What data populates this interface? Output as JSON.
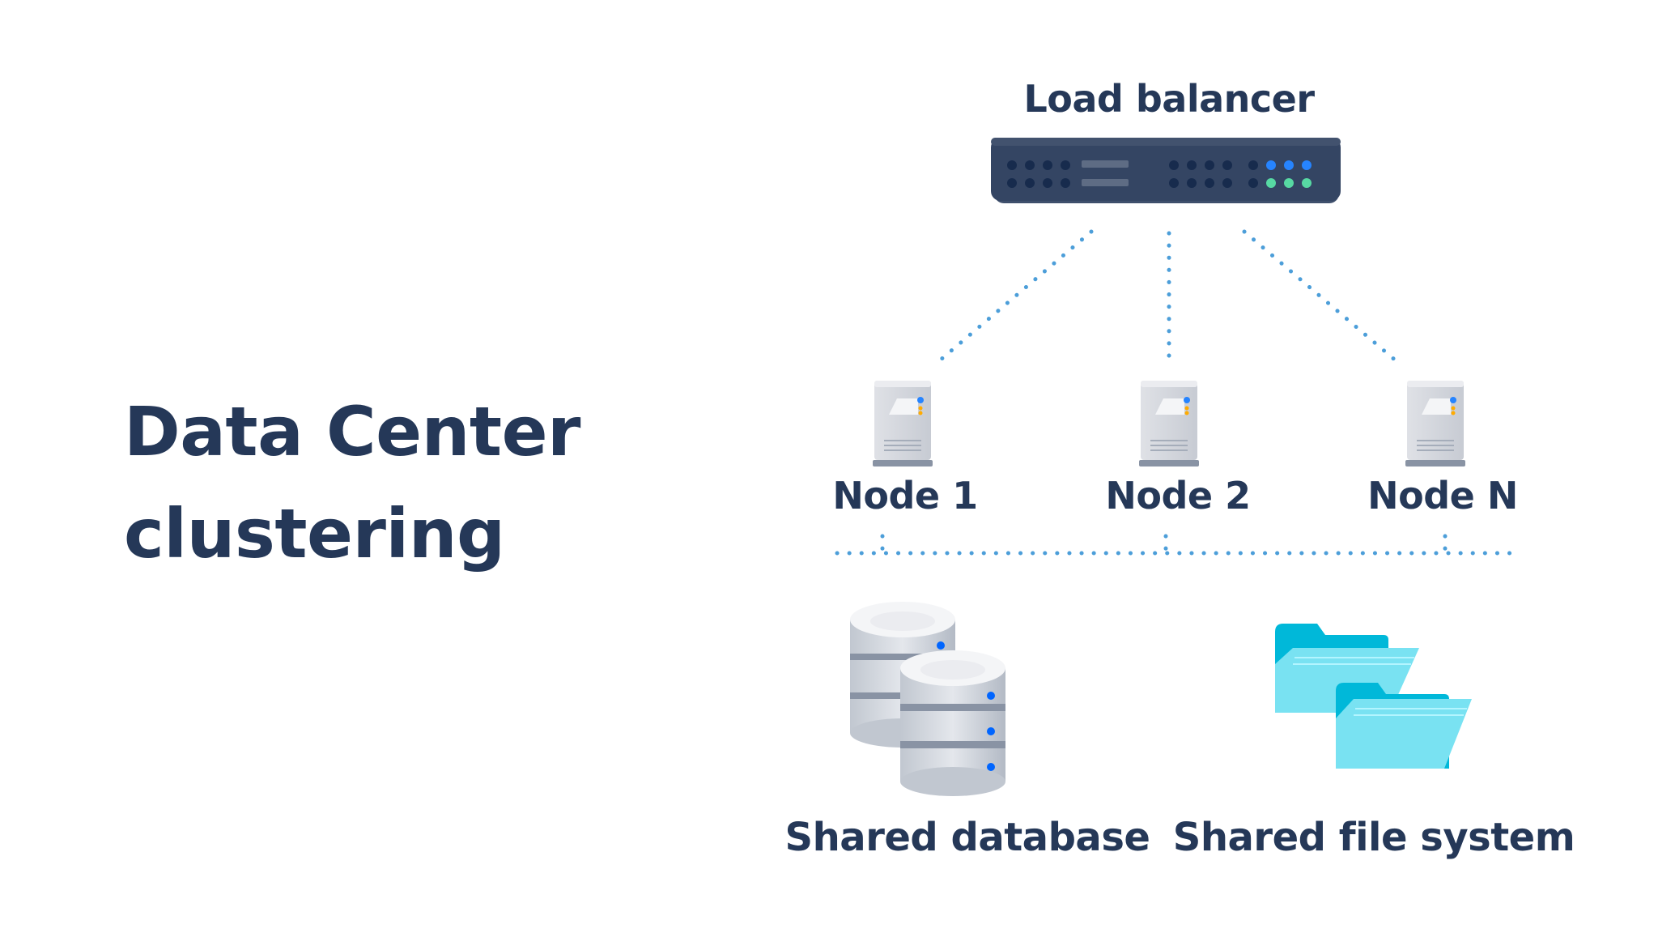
{
  "title": {
    "line1": "Data Center",
    "line2": "clustering"
  },
  "load_balancer": {
    "label": "Load balancer"
  },
  "nodes": [
    {
      "label": "Node 1"
    },
    {
      "label": "Node 2"
    },
    {
      "label": "Node N"
    }
  ],
  "storage": {
    "database_label": "Shared database",
    "filesystem_label": "Shared file system"
  },
  "colors": {
    "text": "#253858",
    "connector": "#4C9ED9",
    "switch_body": "#344563",
    "led_blue": "#2684FF",
    "led_green": "#57D9A3",
    "folder": "#5FD3E8"
  }
}
